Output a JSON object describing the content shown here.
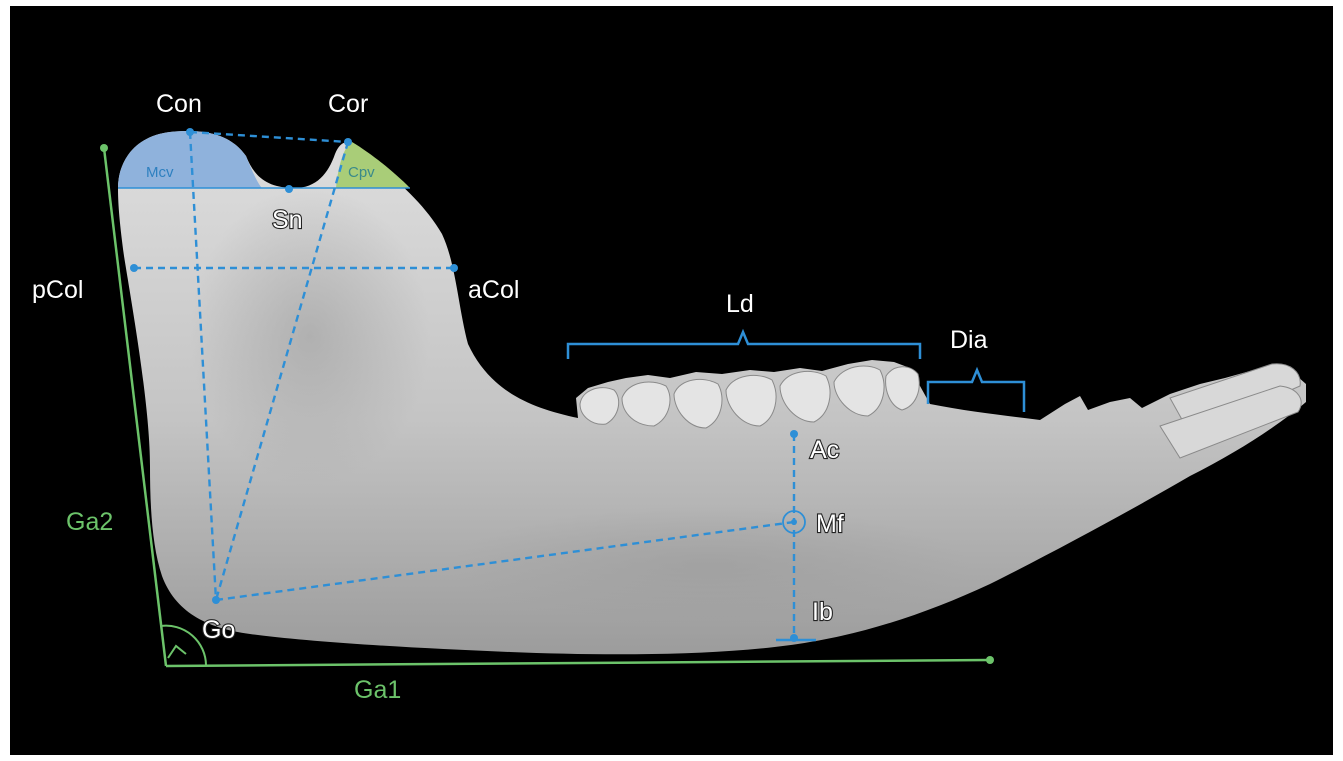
{
  "colors": {
    "background": "#000000",
    "bone": "#c9c9c9",
    "measure_blue": "#2e8fd6",
    "angle_green": "#6cc36a",
    "mcv_fill": "#8fb2dc",
    "cpv_fill": "#a9cd78"
  },
  "labels": {
    "con": "Con",
    "cor": "Cor",
    "sn": "Sn",
    "mcv": "Mcv",
    "cpv": "Cpv",
    "pcol": "pCol",
    "acol": "aCol",
    "ld": "Ld",
    "dia": "Dia",
    "ac": "Ac",
    "mf": "Mf",
    "ib": "Ib",
    "go": "Go",
    "ga1": "Ga1",
    "ga2": "Ga2"
  }
}
